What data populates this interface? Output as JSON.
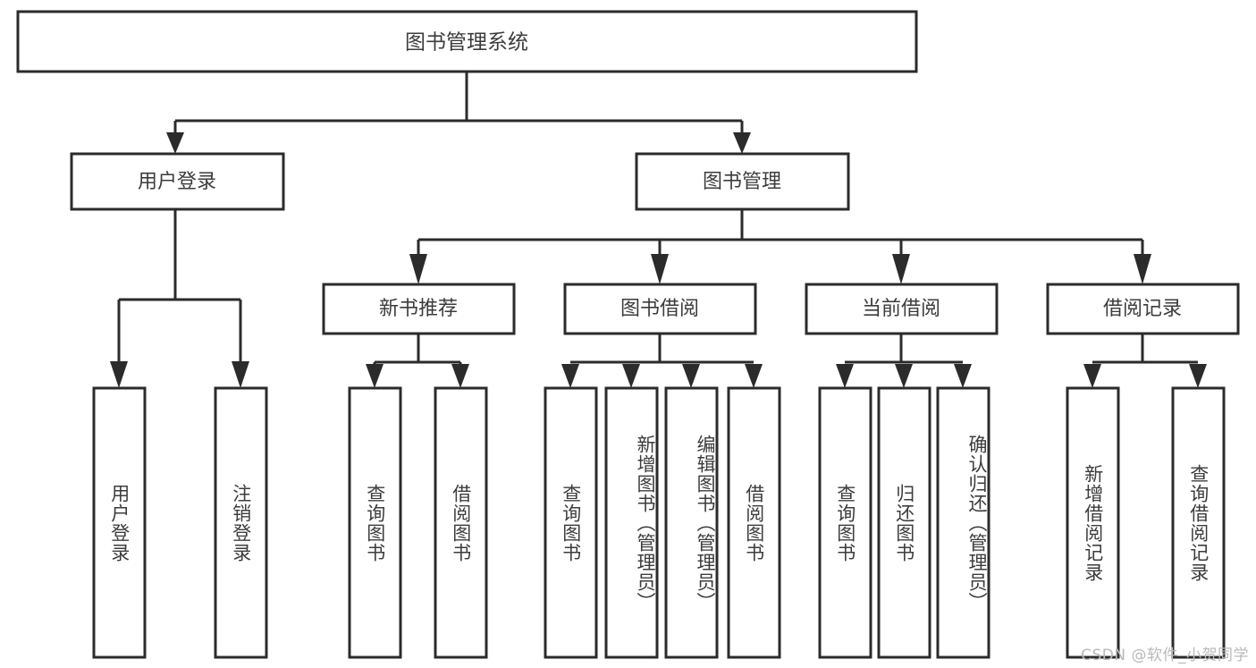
{
  "diagram": {
    "type": "tree",
    "title": "图书管理系统",
    "orientation": "top-down",
    "colors": {
      "box_stroke": "#2b2b2b",
      "box_fill": "#ffffff",
      "text": "#3c3c3c",
      "connector": "#2b2b2b",
      "background": "#ffffff",
      "watermark": "#b9b9b9"
    },
    "root": {
      "label": "图书管理系统"
    },
    "level2": [
      {
        "label": "用户登录"
      },
      {
        "label": "图书管理"
      }
    ],
    "level3": [
      {
        "label": "新书推荐"
      },
      {
        "label": "图书借阅"
      },
      {
        "label": "当前借阅"
      },
      {
        "label": "借阅记录"
      }
    ],
    "leaves": {
      "user_login": [
        {
          "label": "用户登录"
        },
        {
          "label": "注销登录"
        }
      ],
      "new_book_recommend": [
        {
          "label": "查询图书"
        },
        {
          "label": "借阅图书"
        }
      ],
      "book_borrow": [
        {
          "label": "查询图书"
        },
        {
          "label": "新增图书（管理员）"
        },
        {
          "label": "编辑图书（管理员）"
        },
        {
          "label": "借阅图书"
        }
      ],
      "current_borrow": [
        {
          "label": "查询图书"
        },
        {
          "label": "归还图书"
        },
        {
          "label": "确认归还（管理员）"
        }
      ],
      "borrow_record": [
        {
          "label": "新增借阅记录"
        },
        {
          "label": "查询借阅记录"
        }
      ]
    }
  },
  "watermark": {
    "text": "CSDN @软件_小贺同学"
  }
}
